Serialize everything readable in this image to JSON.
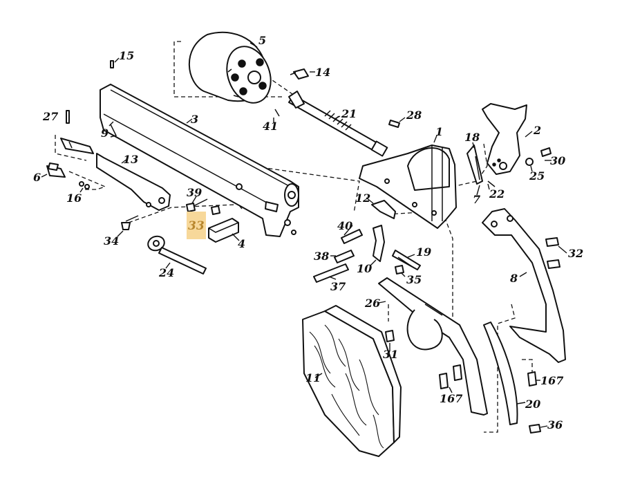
{
  "highlight_color": "#f7d89a",
  "highlight_text_color": "#b8862c",
  "labels": {
    "p1": "1",
    "p2": "2",
    "p3": "3",
    "p4": "4",
    "p5": "5",
    "p6": "6",
    "p7": "7",
    "p8": "8",
    "p9": "9",
    "p10": "10",
    "p11": "11",
    "p12": "12",
    "p13": "13",
    "p14": "14",
    "p15": "15",
    "p16": "16",
    "p18": "18",
    "p19": "19",
    "p20": "20",
    "p21": "21",
    "p22": "22",
    "p24": "24",
    "p25": "25",
    "p26": "26",
    "p27": "27",
    "p28": "28",
    "p30": "30",
    "p31": "31",
    "p32": "32",
    "p33": "33",
    "p34": "34",
    "p35": "35",
    "p36": "36",
    "p37": "37",
    "p38": "38",
    "p39": "39",
    "p40": "40",
    "p41": "41",
    "p167a": "167",
    "p167b": "167"
  }
}
